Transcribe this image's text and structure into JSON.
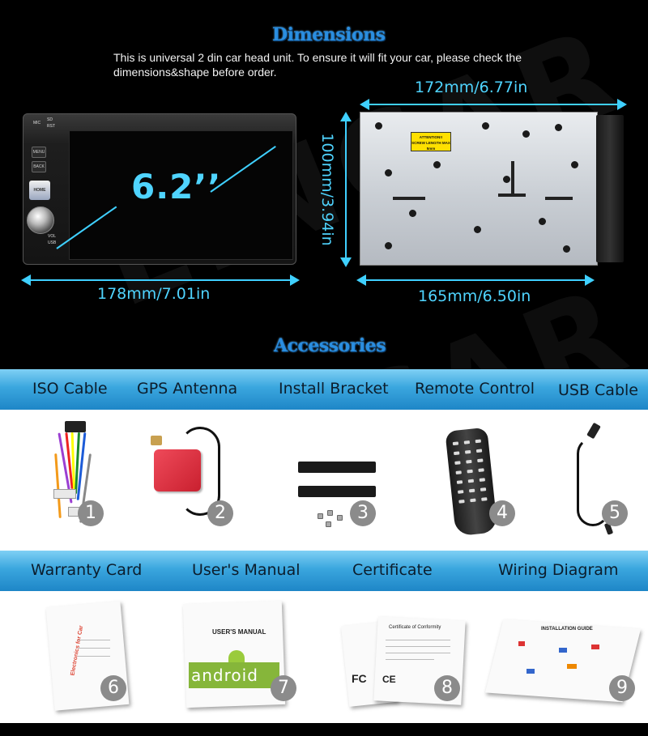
{
  "dimensions": {
    "title": "Dimensions",
    "intro": "This is universal 2 din car head unit. To ensure it will fit your car, please check the dimensions&shape before order.",
    "screen_size": "6.2’’",
    "front_width": "178mm/7.01in",
    "top_width": "172mm/6.77in",
    "height": "100mm/3.94in",
    "chassis_width": "165mm/6.50in",
    "unit_labels": {
      "sd": "SD",
      "rst": "RST",
      "mic": "MIC",
      "menu": "MENU",
      "back": "BACK",
      "home": "HOME",
      "vol": "VOL",
      "usb": "USB"
    },
    "attention": {
      "line1": "ATTENTION!!",
      "line2": "SCREW LENGTH MAX",
      "line3": "5mm"
    }
  },
  "accessories": {
    "title": "Accessories",
    "row1": [
      {
        "label": "ISO Cable",
        "number": "1"
      },
      {
        "label": "GPS Antenna",
        "number": "2"
      },
      {
        "label": "Install Bracket",
        "number": "3"
      },
      {
        "label": "Remote Control",
        "number": "4"
      },
      {
        "label": "USB Cable",
        "number": "5"
      }
    ],
    "row2": [
      {
        "label": "Warranty Card",
        "number": "6"
      },
      {
        "label": "User's Manual",
        "number": "7"
      },
      {
        "label": "Certificate",
        "number": "8"
      },
      {
        "label": "Wiring Diagram",
        "number": "9"
      }
    ],
    "doc_text": {
      "manual_title": "USER'S MANUAL",
      "android_logo": "android",
      "warranty_title": "Electronics for Car",
      "certificate_title": "Certificate of Conformity",
      "fcc": "FC",
      "ce": "CE",
      "guide_title": "INSTALLATION GUIDE"
    }
  },
  "watermark": "EINCAR",
  "colors": {
    "accent": "#2a8ee0",
    "cyan": "#3fd0ff",
    "bar": "#3aa6de",
    "badge": "#8b8b8b"
  }
}
